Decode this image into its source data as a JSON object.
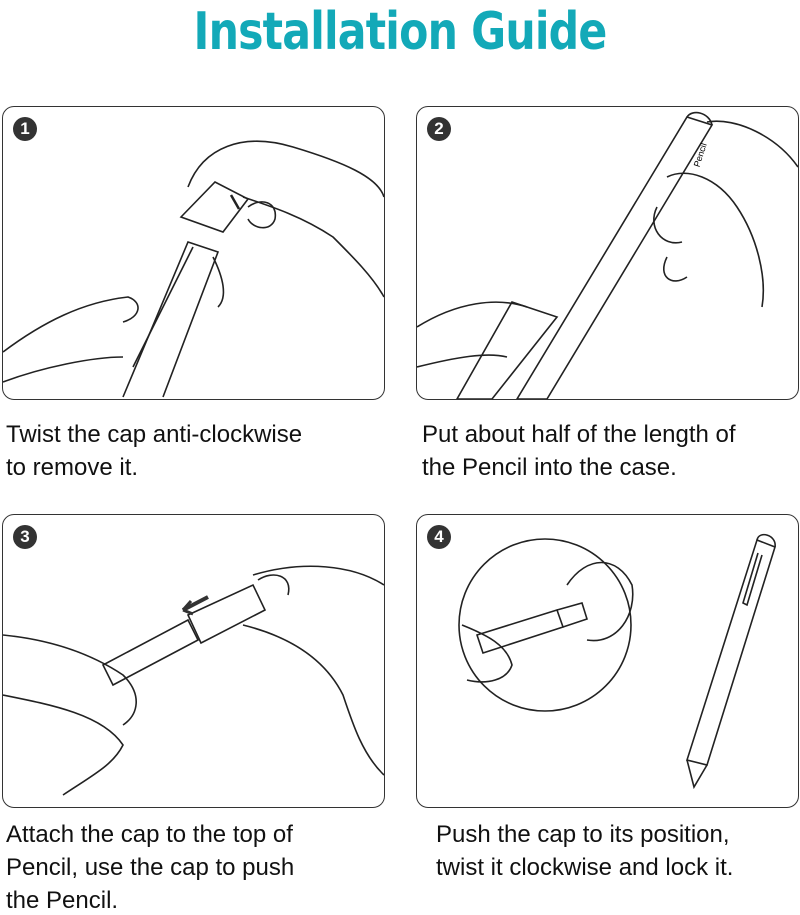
{
  "title": "Installation Guide",
  "accent_color": "#13a9b8",
  "steps": [
    {
      "number": "1",
      "lines": [
        "Twist the cap anti-clockwise",
        "to remove it."
      ]
    },
    {
      "number": "2",
      "lines": [
        "Put about half of the length of",
        "the Pencil into the case."
      ],
      "pencil_label": "Pencil"
    },
    {
      "number": "3",
      "lines": [
        "Attach the cap to the top of",
        "Pencil, use the cap to push",
        "the Pencil."
      ]
    },
    {
      "number": "4",
      "lines": [
        "Push the cap to its position,",
        "twist it clockwise and lock it."
      ]
    }
  ]
}
